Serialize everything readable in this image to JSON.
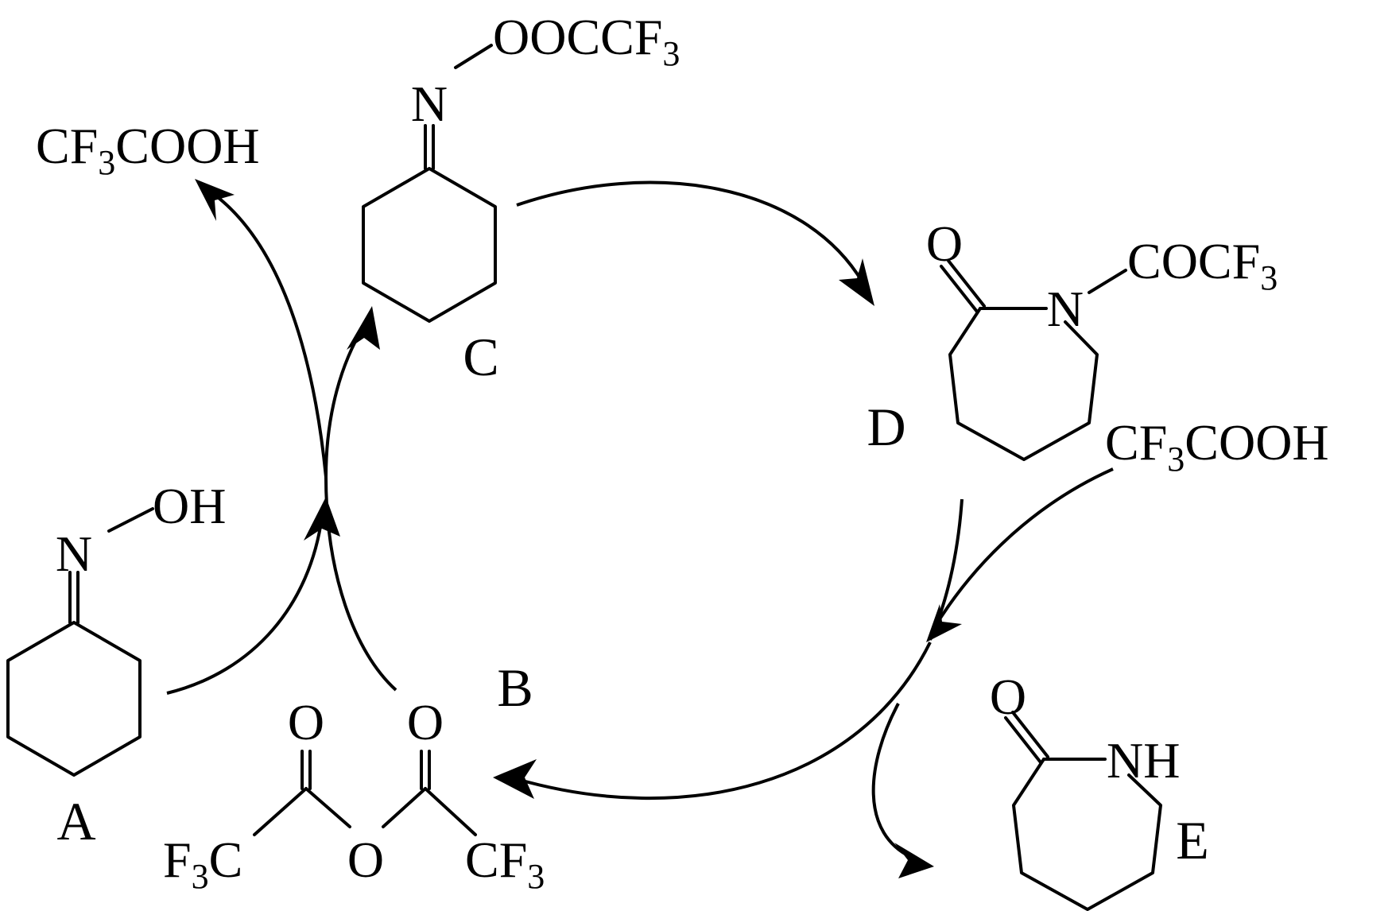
{
  "compounds": {
    "A": {
      "label": "A",
      "substituent": "OH",
      "nitrogen": "N"
    },
    "B": {
      "label": "B",
      "left_group": "F",
      "left_sub": "3",
      "left_tail": "C",
      "carbonyl_o": "O",
      "bridge_o": "O",
      "right_group": "CF",
      "right_sub": "3"
    },
    "C": {
      "label": "C",
      "nitrogen": "N",
      "substituent": "OOCCF",
      "substituent_sub": "3"
    },
    "D": {
      "label": "D",
      "carbonyl_o": "O",
      "nitrogen": "N",
      "substituent": "COCF",
      "substituent_sub": "3"
    },
    "E": {
      "label": "E",
      "carbonyl_o": "O",
      "amine": "NH"
    }
  },
  "byproducts": {
    "top_left": {
      "pre": "CF",
      "sub": "3",
      "post": "COOH"
    },
    "right": {
      "pre": "CF",
      "sub": "3",
      "post": "COOH"
    }
  }
}
